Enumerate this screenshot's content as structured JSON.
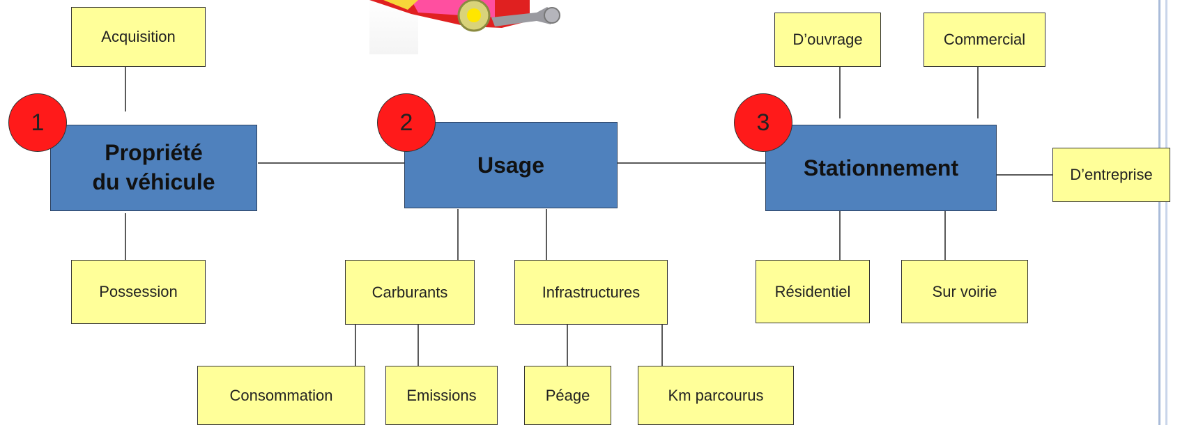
{
  "stages": [
    {
      "number": "1",
      "title": "Propriété\ndu véhicule"
    },
    {
      "number": "2",
      "title": "Usage"
    },
    {
      "number": "3",
      "title": "Stationnement"
    }
  ],
  "propriete": {
    "top": "Acquisition",
    "bottom": "Possession"
  },
  "usage": {
    "carburants": {
      "label": "Carburants",
      "children": [
        "Consommation",
        "Emissions"
      ]
    },
    "infrastructures": {
      "label": "Infrastructures",
      "children": [
        "Péage",
        "Km parcourus"
      ]
    }
  },
  "stationnement": {
    "top": [
      "D’ouvrage",
      "Commercial"
    ],
    "right": "D’entreprise",
    "bottom": [
      "Résidentiel",
      "Sur voirie"
    ]
  },
  "colors": {
    "main_box": "#4f81bd",
    "sub_box": "#ffff99",
    "badge": "#ff1a1a"
  },
  "decoration": {
    "image": "toy-car-photo"
  }
}
